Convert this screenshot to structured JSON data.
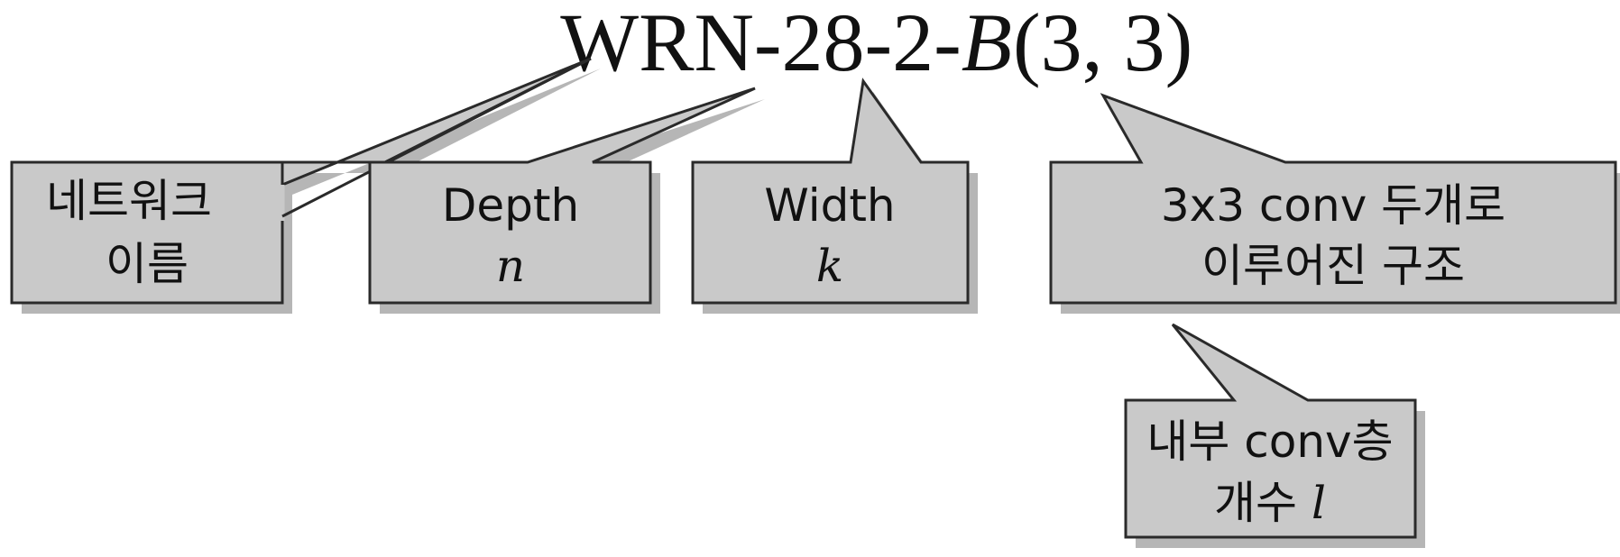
{
  "title": {
    "prefix": "WRN-28-2-",
    "block_letter": "B",
    "args": "(3, 3)"
  },
  "callouts": {
    "network_name": {
      "line1": "네트워크",
      "line2": "이름"
    },
    "depth": {
      "line1": "Depth",
      "symbol": "n"
    },
    "width": {
      "line1": "Width",
      "symbol": "k"
    },
    "structure": {
      "line1": "3x3 conv  두개로",
      "line2": "이루어진 구조"
    },
    "layers": {
      "line1": "내부 conv층",
      "line2_prefix": "개수 ",
      "symbol": "l"
    }
  },
  "colors": {
    "callout_fill": "#c9c9c9",
    "callout_border": "#2a2a2a",
    "text": "#111111"
  }
}
